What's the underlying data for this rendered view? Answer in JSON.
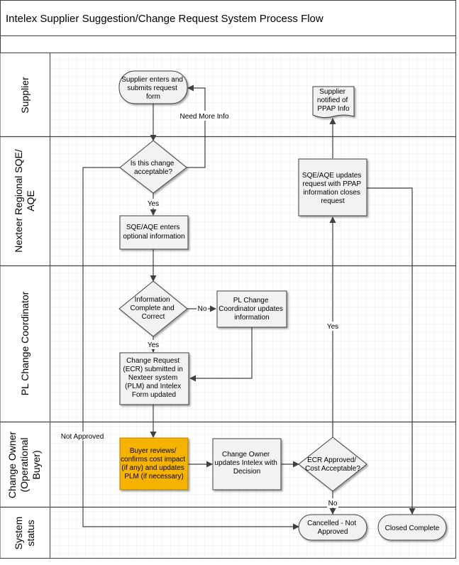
{
  "title": "Intelex Supplier Suggestion/Change Request System Process Flow",
  "lanes": [
    {
      "label_lines": [
        "Supplier"
      ]
    },
    {
      "label_lines": [
        "Nexteer Regional SQE/",
        "AQE"
      ]
    },
    {
      "label_lines": [
        "PL Change Coordinator"
      ]
    },
    {
      "label_lines": [
        "Change Owner",
        "(Operational",
        "Buyer)"
      ]
    },
    {
      "label_lines": [
        "System",
        "status"
      ]
    }
  ],
  "shapes": {
    "supplier_submit": {
      "lines": [
        "Supplier enters and",
        "submits request",
        "form"
      ]
    },
    "supplier_notified": {
      "lines": [
        "Supplier",
        "notified of",
        "PPAP Info"
      ]
    },
    "acceptable_decision": {
      "lines": [
        "Is this change",
        "acceptable?"
      ]
    },
    "sqe_optional_info": {
      "lines": [
        "SQE/AQE enters",
        "optional information"
      ]
    },
    "sqe_updates_request": {
      "lines": [
        "SQE/AQE updates",
        "request with PPAP",
        "information closes",
        "request"
      ]
    },
    "info_complete_decision": {
      "lines": [
        "Information",
        "Complete and",
        "Correct"
      ]
    },
    "coordinator_updates": {
      "lines": [
        "PL Change",
        "Coordinator updates",
        "information"
      ]
    },
    "ecr_submitted": {
      "lines": [
        "Change Request",
        "(ECR) submitted in",
        "Nexteer system",
        "(PLM) and Intelex",
        "Form updated"
      ]
    },
    "buyer_reviews": {
      "lines": [
        "Buyer reviews/",
        "confirms cost impact",
        "(if any) and updates",
        "PLM (if necessary)"
      ]
    },
    "owner_updates": {
      "lines": [
        "Change Owner",
        "updates Intelex with",
        "Decision"
      ]
    },
    "ecr_approved_decision": {
      "lines": [
        "ECR Approved/",
        "Cost Acceptable?"
      ]
    },
    "cancelled_status": {
      "lines": [
        "Cancelled - Not",
        "Approved"
      ]
    },
    "closed_status": {
      "lines": [
        "Closed Complete"
      ]
    }
  },
  "connector_labels": {
    "need_more_info": "Need More Info",
    "yes_acceptable": "Yes",
    "no_incomplete": "No",
    "yes_complete": "Yes",
    "not_approved": "Not Approved",
    "yes_approved": "Yes",
    "no_rejected": "No"
  },
  "colors": {
    "highlight_fill": "#F5B300",
    "highlight_border": "#B8860B",
    "shape_fill": "#F2F2F2",
    "grid": "#D9D9D9",
    "line": "#404040"
  }
}
